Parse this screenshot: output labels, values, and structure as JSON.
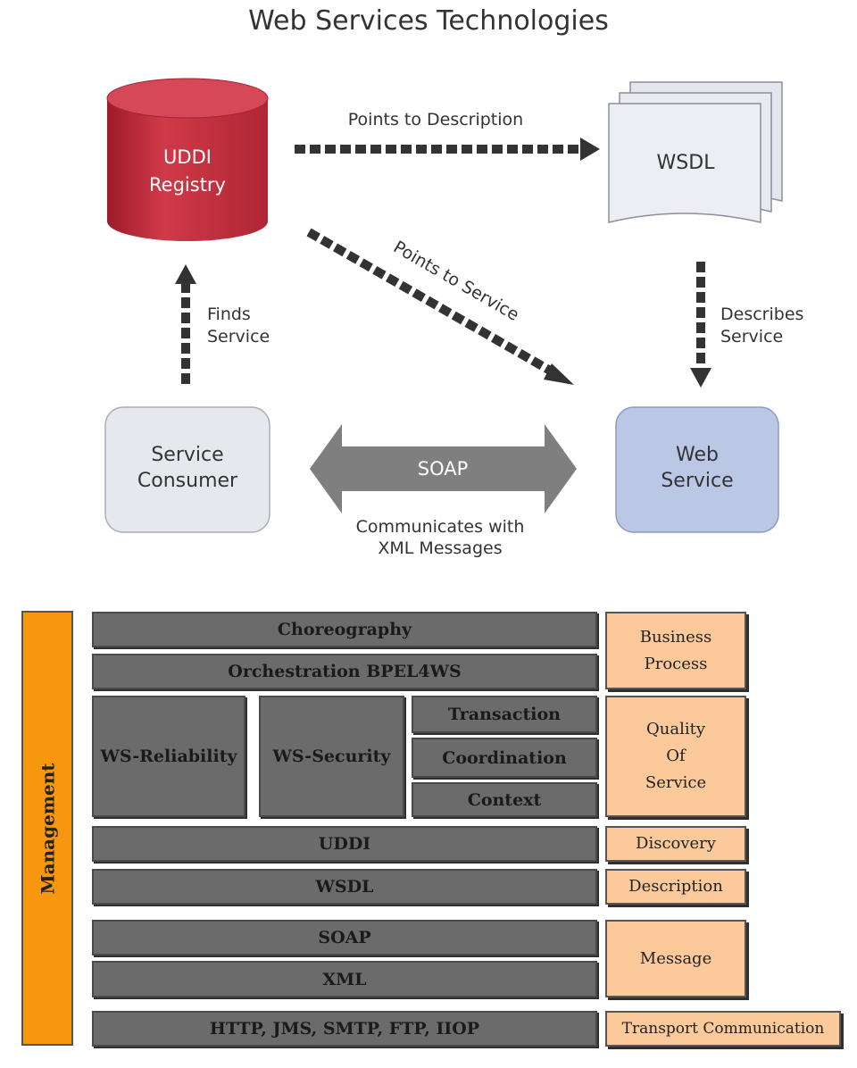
{
  "top": {
    "title": "Web Services Technologies",
    "nodes": {
      "uddi": [
        "UDDI",
        "Registry"
      ],
      "wsdl": "WSDL",
      "consumer": [
        "Service",
        "Consumer"
      ],
      "web_service": [
        "Web",
        "Service"
      ]
    },
    "edges": {
      "points_to_description": "Points to Description",
      "points_to_service": "Points to Service",
      "finds_service": [
        "Finds",
        "Service"
      ],
      "describes_service": [
        "Describes",
        "Service"
      ],
      "soap": "SOAP",
      "communicates": [
        "Communicates with",
        "XML Messages"
      ]
    },
    "colors": {
      "uddi": "#c52f3e",
      "wsdl": "#eceef3",
      "consumer": "#e6e8ed",
      "web_service": "#bac8e6",
      "arrow": "#333333",
      "soap": "#7f7f7f"
    }
  },
  "stack": {
    "management": "Management",
    "layers": {
      "choreography": "Choreography",
      "orchestration": "Orchestration BPEL4WS",
      "ws_reliability": "WS-Reliability",
      "ws_security": "WS-Security",
      "transaction": "Transaction",
      "coordination": "Coordination",
      "context": "Context",
      "uddi": "UDDI",
      "wsdl": "WSDL",
      "soap": "SOAP",
      "xml": "XML",
      "transport": "HTTP, JMS, SMTP, FTP, IIOP"
    },
    "categories": {
      "business_process": [
        "Business",
        "Process"
      ],
      "quality_of_service": [
        "Quality",
        "Of",
        "Service"
      ],
      "discovery": "Discovery",
      "description": "Description",
      "message": "Message",
      "transport_communication": "Transport  Communication"
    },
    "colors": {
      "layer": "#6b6b6b",
      "category": "#fbc99a",
      "management": "#f7970f"
    }
  }
}
